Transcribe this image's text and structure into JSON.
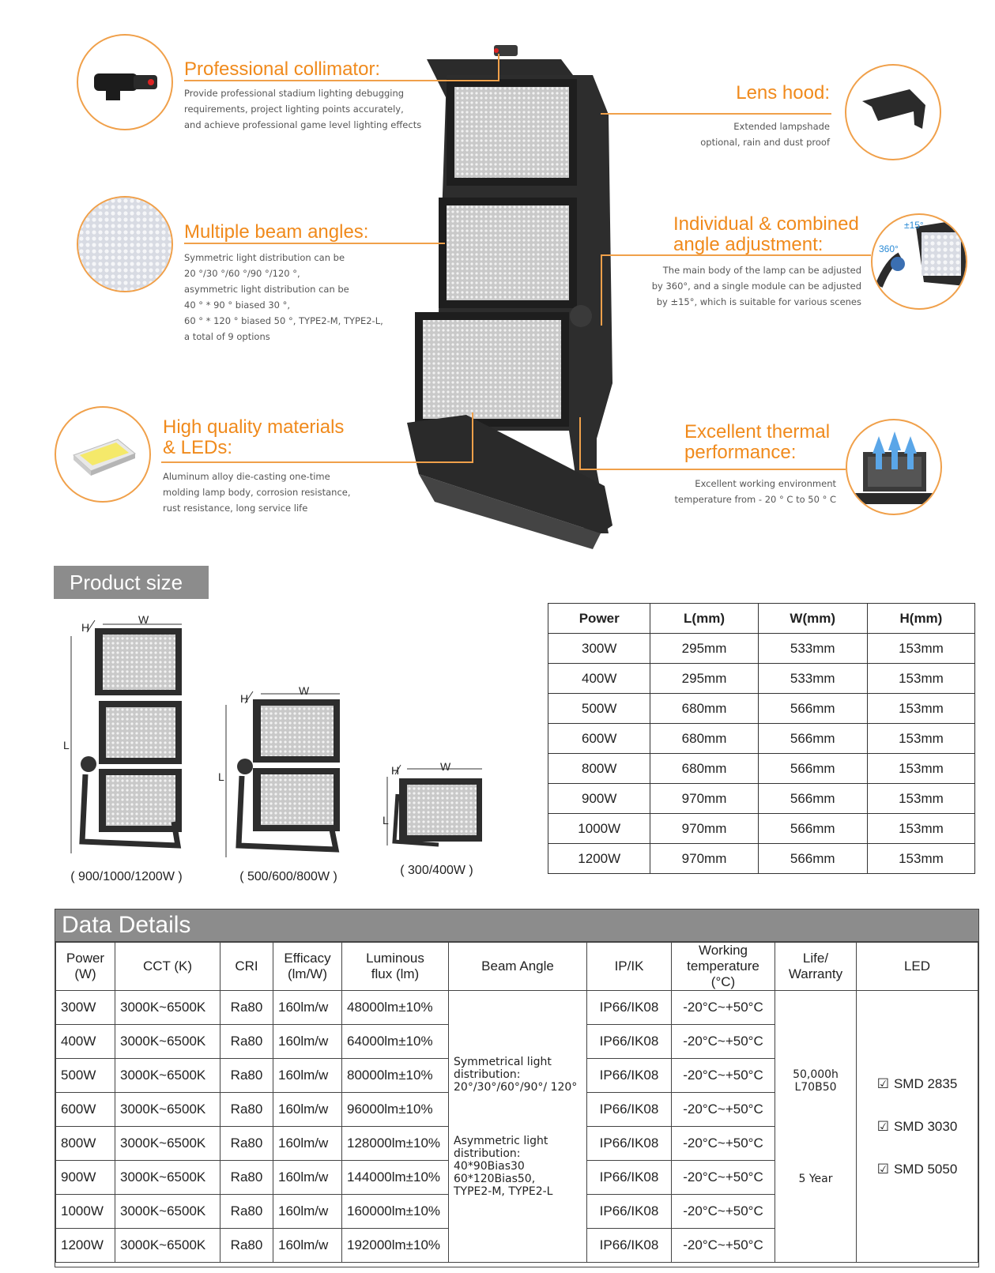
{
  "features": {
    "collimator": {
      "title": "Professional collimator:",
      "lines": [
        "Provide professional stadium lighting debugging",
        "requirements,  project lighting points accurately,",
        "and achieve professional game level lighting effects"
      ],
      "icon": "collimator-icon"
    },
    "beam": {
      "title": "Multiple beam angles:",
      "lines": [
        "Symmetric light distribution can be",
        "20 °/30 °/60 °/90 °/120 °,",
        "asymmetric light distribution can be",
        "40 ° * 90 ° biased 30 °,",
        "60 ° * 120 ° biased 50 °, TYPE2-M, TYPE2-L,",
        "a total of 9 options"
      ],
      "icon": "lens-array-icon"
    },
    "materials": {
      "title_line1": "High quality materials",
      "title_line2": "& LEDs:",
      "lines": [
        "Aluminum alloy die-casting one-time",
        "molding lamp body, corrosion resistance,",
        "rust resistance, long service life"
      ],
      "icon": "led-chip-icon"
    },
    "hood": {
      "title": "Lens hood:",
      "lines": [
        "Extended lampshade",
        "optional, rain and dust proof"
      ],
      "icon": "lens-hood-icon"
    },
    "adjust": {
      "title_line1": "Individual & combined",
      "title_line2": "angle adjustment:",
      "lines": [
        "The main body of the lamp can be adjusted",
        "by 360°, and a single module can be adjusted",
        "by ±15°, which is suitable for various scenes"
      ],
      "angle_small": "±15°",
      "angle_full": "360°",
      "icon": "angle-adjust-icon"
    },
    "thermal": {
      "title_line1": "Excellent thermal",
      "title_line2": "performance:",
      "lines": [
        "Excellent working environment",
        "temperature from - 20 ° C to 50 ° C"
      ],
      "icon": "heat-sink-icon"
    }
  },
  "product_size": {
    "heading": "Product size",
    "diagrams": [
      {
        "caption": "( 900/1000/1200W )",
        "w": "W",
        "h": "H",
        "l": "L"
      },
      {
        "caption": "( 500/600/800W )",
        "w": "W",
        "h": "H",
        "l": "L"
      },
      {
        "caption": "( 300/400W )",
        "w": "W",
        "h": "H",
        "l": "L"
      }
    ],
    "table": {
      "headers": [
        "Power",
        "L(mm)",
        "W(mm)",
        "H(mm)"
      ],
      "rows": [
        [
          "300W",
          "295mm",
          "533mm",
          "153mm"
        ],
        [
          "400W",
          "295mm",
          "533mm",
          "153mm"
        ],
        [
          "500W",
          "680mm",
          "566mm",
          "153mm"
        ],
        [
          "600W",
          "680mm",
          "566mm",
          "153mm"
        ],
        [
          "800W",
          "680mm",
          "566mm",
          "153mm"
        ],
        [
          "900W",
          "970mm",
          "566mm",
          "153mm"
        ],
        [
          "1000W",
          "970mm",
          "566mm",
          "153mm"
        ],
        [
          "1200W",
          "970mm",
          "566mm",
          "153mm"
        ]
      ]
    }
  },
  "data_details": {
    "heading": "Data Details",
    "headers": {
      "power": [
        "Power",
        "(W)"
      ],
      "cct": "CCT (K)",
      "cri": "CRI",
      "efficacy": [
        "Efficacy",
        "(lm/W)"
      ],
      "flux": [
        "Luminous",
        "flux (lm)"
      ],
      "beam": "Beam Angle",
      "ipik": "IP/IK",
      "temp": [
        "Working",
        "temperature",
        "(°C)"
      ],
      "life": [
        "Life/",
        "Warranty"
      ],
      "led": "LED"
    },
    "rows": [
      [
        "300W",
        "3000K~6500K",
        "Ra80",
        "160lm/w",
        "48000lm±10%",
        "IP66/IK08",
        "-20°C~+50°C"
      ],
      [
        "400W",
        "3000K~6500K",
        "Ra80",
        "160lm/w",
        "64000lm±10%",
        "IP66/IK08",
        "-20°C~+50°C"
      ],
      [
        "500W",
        "3000K~6500K",
        "Ra80",
        "160lm/w",
        "80000lm±10%",
        "IP66/IK08",
        "-20°C~+50°C"
      ],
      [
        "600W",
        "3000K~6500K",
        "Ra80",
        "160lm/w",
        "96000lm±10%",
        "IP66/IK08",
        "-20°C~+50°C"
      ],
      [
        "800W",
        "3000K~6500K",
        "Ra80",
        "160lm/w",
        "128000lm±10%",
        "IP66/IK08",
        "-20°C~+50°C"
      ],
      [
        "900W",
        "3000K~6500K",
        "Ra80",
        "160lm/w",
        "144000lm±10%",
        "IP66/IK08",
        "-20°C~+50°C"
      ],
      [
        "1000W",
        "3000K~6500K",
        "Ra80",
        "160lm/w",
        "160000lm±10%",
        "IP66/IK08",
        "-20°C~+50°C"
      ],
      [
        "1200W",
        "3000K~6500K",
        "Ra80",
        "160lm/w",
        "192000lm±10%",
        "IP66/IK08",
        "-20°C~+50°C"
      ]
    ],
    "beam_sym": [
      "Symmetrical light",
      "distribution:",
      "20°/30°/60°/90°/  120°"
    ],
    "beam_asym": [
      "Asymmetric light",
      "distribution:",
      "40*90Bias30",
      "60*120Bias50,",
      "TYPE2-M, TYPE2-L"
    ],
    "life": [
      "50,000h",
      "L70B50"
    ],
    "warranty": "5 Year",
    "leds": [
      "SMD 2835",
      "SMD 3030",
      "SMD 5050"
    ],
    "checkbox_glyph": "☑"
  },
  "colors": {
    "accent": "#f08a1c",
    "header_gray": "#8c8c8c",
    "lamp_body": "#2d2d2d"
  }
}
